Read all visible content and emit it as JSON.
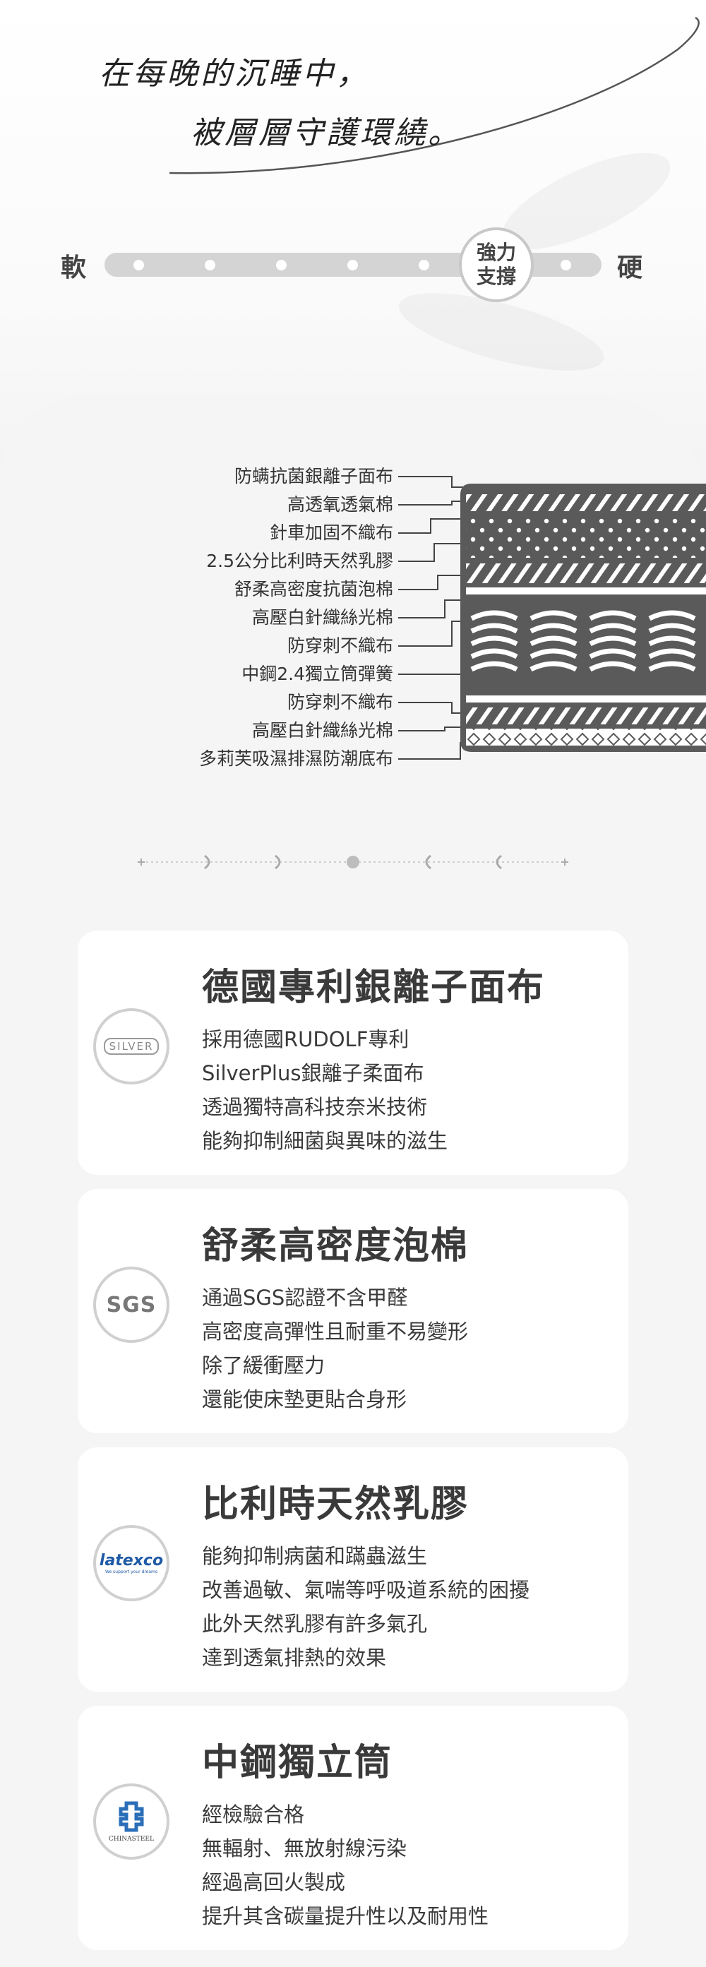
{
  "slogan": {
    "line1": "在每晚的沉睡中，",
    "line2": "被層層守護環繞。"
  },
  "firmness_scale": {
    "soft_label": "軟",
    "hard_label": "硬",
    "knob_line1": "強力",
    "knob_line2": "支撐"
  },
  "layers": [
    "防螨抗菌銀離子面布",
    "高透氧透氣棉",
    "針車加固不織布",
    "2.5公分比利時天然乳膠",
    "舒柔高密度抗菌泡棉",
    "高壓白針織絲光棉",
    "防穿刺不織布",
    "中鋼2.4獨立筒彈簧",
    "防穿刺不織布",
    "高壓白針織絲光棉",
    "多莉芙吸濕排濕防潮底布"
  ],
  "features": [
    {
      "title": "德國專利銀離子面布",
      "logo_text": "SILVER",
      "lines": [
        "採用德國RUDOLF專利",
        "SilverPlus銀離子柔面布",
        "透過獨特高科技奈米技術",
        "能夠抑制細菌與異味的滋生"
      ]
    },
    {
      "title": "舒柔高密度泡棉",
      "logo_text": "SGS",
      "lines": [
        "通過SGS認證不含甲醛",
        "高密度高彈性且耐重不易變形",
        "除了緩衝壓力",
        "還能使床墊更貼合身形"
      ]
    },
    {
      "title": "比利時天然乳膠",
      "logo_text": "latexco",
      "logo_subtext": "We support your dreams",
      "lines": [
        "能夠抑制病菌和蹣蟲滋生",
        "改善過敏、氣喘等呼吸道系統的困擾",
        "此外天然乳膠有許多氣孔",
        "達到透氣排熱的效果"
      ]
    },
    {
      "title": "中鋼獨立筒",
      "logo_text": "CHINASTEEL",
      "lines": [
        "經檢驗合格",
        "無輻射、無放射線污染",
        "經過高回火製成",
        "提升其含碳量提升性以及耐用性"
      ]
    }
  ],
  "colors": {
    "accent_gray": "#5a5a5a",
    "latexco_blue": "#1f5aa6",
    "chinasteel_blue": "#2a6fb8"
  }
}
